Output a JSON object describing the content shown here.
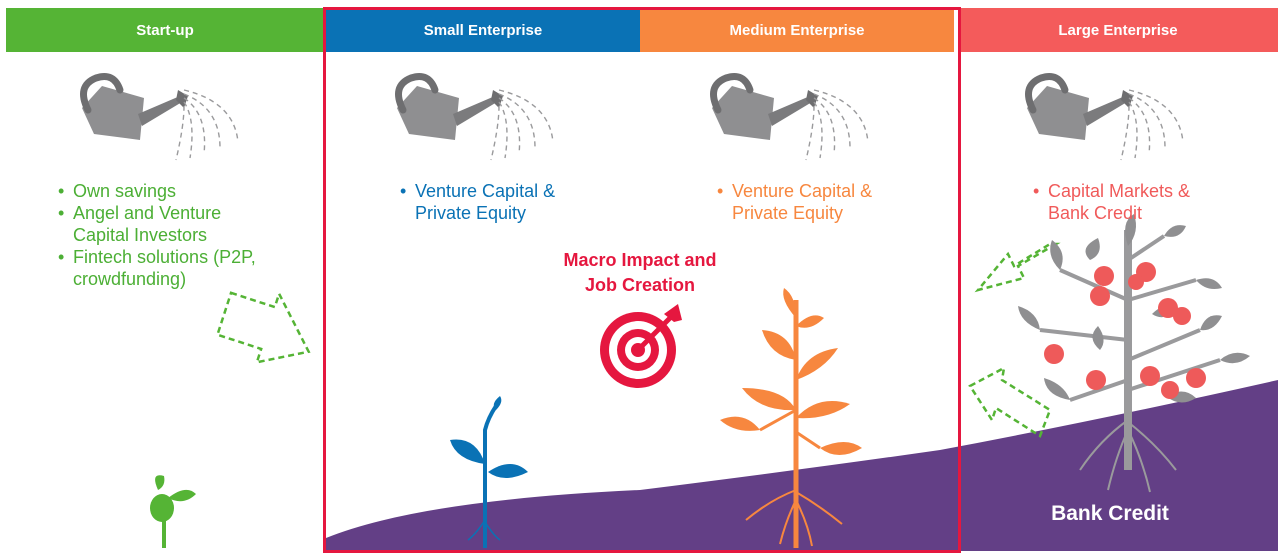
{
  "headers": {
    "startup": "Start-up",
    "small": "Small Enterprise",
    "medium": "Medium Enterprise",
    "large": "Large Enterprise"
  },
  "startup_items": [
    "Own savings",
    "Angel and Venture",
    "Capital Investors",
    "Fintech solutions (P2P,",
    "crowdfunding)"
  ],
  "small_items": [
    "Venture Capital &",
    "Private Equity"
  ],
  "medium_items": [
    "Venture Capital &",
    "Private Equity"
  ],
  "large_items": [
    "Capital Markets &",
    "Bank Credit"
  ],
  "macro_line1": "Macro Impact and",
  "macro_line2": "Job Creation",
  "bank_credit": "Bank Credit",
  "colors": {
    "startup": "#55b435",
    "small": "#0a72b5",
    "medium": "#f7873f",
    "large": "#f45b5b",
    "soil": "#633f86",
    "frame": "#e5173f",
    "can": "#8f8f91"
  },
  "icons": [
    "watering-can-icon",
    "target-icon",
    "arrow-icon",
    "sprout-icon",
    "seedling-icon",
    "plant-icon",
    "fruit-tree-icon"
  ]
}
